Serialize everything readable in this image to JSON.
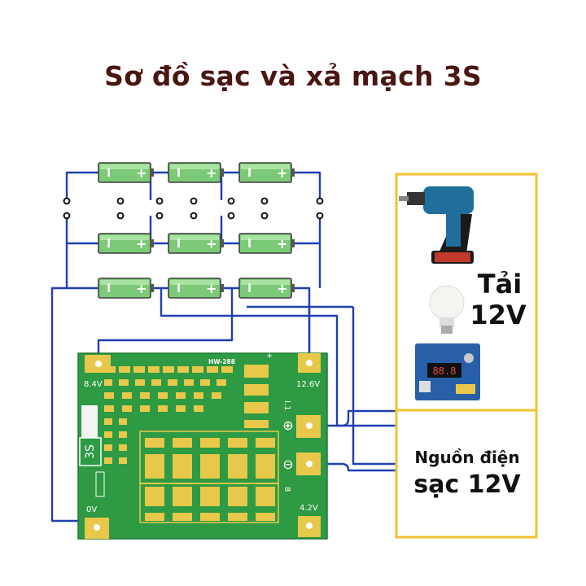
{
  "title": "Sơ đồ sạc và xả mạch 3S",
  "battery": {
    "minus": "I",
    "plus": "+"
  },
  "board": {
    "model": "HW-288",
    "label_8v4": "8.4V",
    "label_12v6": "12.6V",
    "label_0v": "0V",
    "label_4v2": "4.2V",
    "label_3s": "3S",
    "label_plus_sign": "+",
    "pos_symbol": "⊕",
    "neg_symbol": "⊖",
    "side_mark": "I.1",
    "side_mark2": "8",
    "small_plus": "+"
  },
  "load": {
    "line1": "Tải",
    "line2": "12V"
  },
  "charger": {
    "line1": "Nguồn điện",
    "line2": "sạc 12V"
  },
  "module": {
    "display": "88.8"
  },
  "colors": {
    "title": "#4a1612",
    "wire": "#1f3fb3",
    "battery": "#7cc978",
    "box_border": "#f2c230",
    "pcb": "#2e9a43",
    "pad": "#e8c84a"
  }
}
